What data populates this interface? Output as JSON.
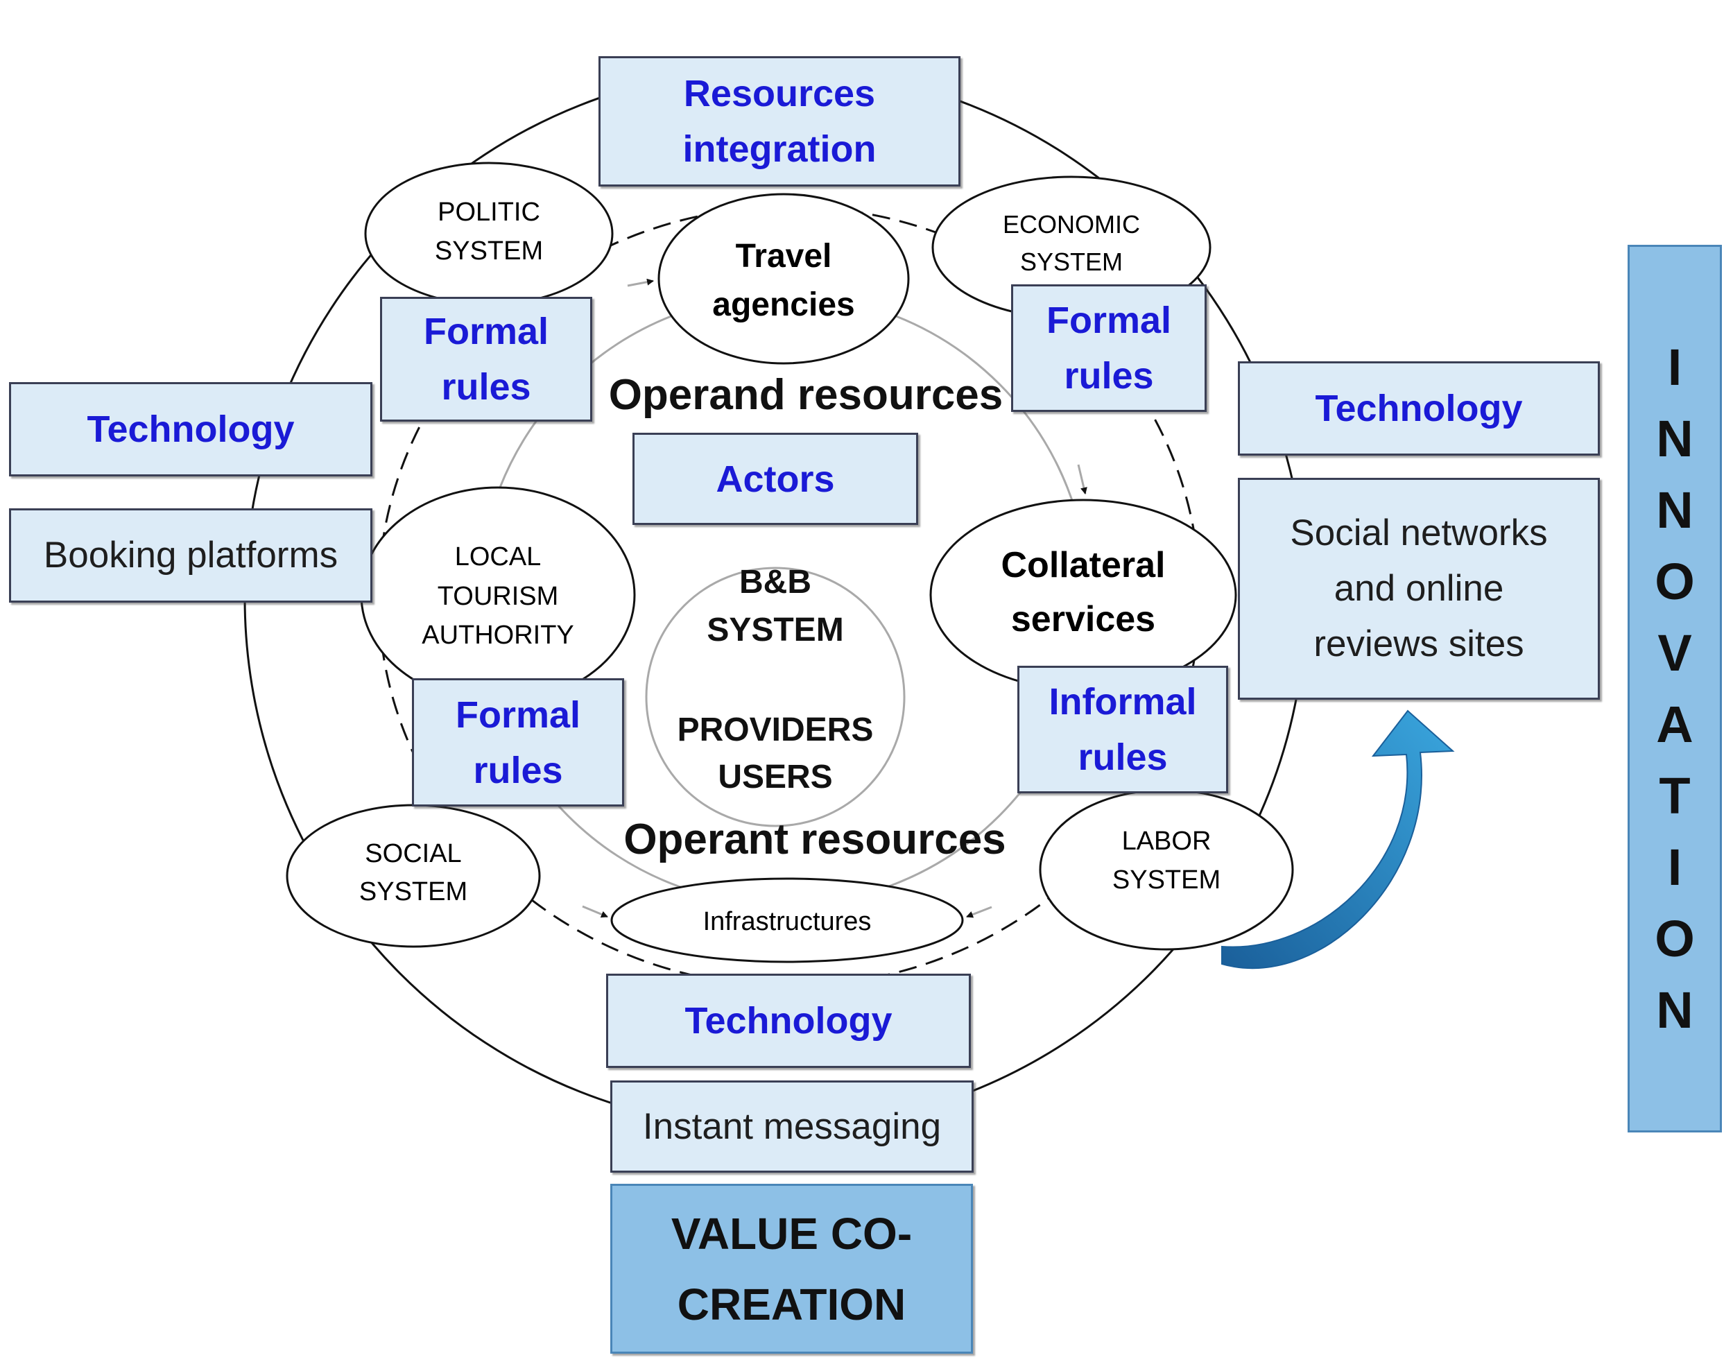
{
  "boxes": {
    "resources_integration": [
      "Resources",
      "integration"
    ],
    "formal_rules_top_left": [
      "Formal",
      "rules"
    ],
    "formal_rules_top_right": [
      "Formal",
      "rules"
    ],
    "formal_rules_bottom_left": [
      "Formal",
      "rules"
    ],
    "informal_rules": [
      "Informal",
      "rules"
    ],
    "actors": "Actors",
    "technology_left": "Technology",
    "booking_platforms": "Booking platforms",
    "technology_right": "Technology",
    "social_networks": [
      "Social networks",
      "and online",
      "reviews sites"
    ],
    "technology_bottom": "Technology",
    "instant_messaging": "Instant messaging",
    "value_cocreation": [
      "VALUE CO-",
      "CREATION"
    ]
  },
  "innovation": [
    "I",
    "N",
    "N",
    "O",
    "V",
    "A",
    "T",
    "I",
    "O",
    "N"
  ],
  "ellipses": {
    "politic": [
      "POLITIC",
      "SYSTEM"
    ],
    "economic": [
      "ECONOMIC",
      "SYSTEM"
    ],
    "travel": [
      "Travel",
      "agencies"
    ],
    "local": [
      "LOCAL",
      "TOURISM",
      "AUTHORITY"
    ],
    "collateral": [
      "Collateral",
      "services"
    ],
    "social": [
      "SOCIAL",
      "SYSTEM"
    ],
    "labor": [
      "LABOR",
      "SYSTEM"
    ],
    "infrastructures": "Infrastructures"
  },
  "center": {
    "bb_system": [
      "B&B",
      "SYSTEM"
    ],
    "providers_users": [
      "PROVIDERS",
      "USERS"
    ]
  },
  "labels": {
    "operand": "Operand resources",
    "operant": "Operant resources"
  },
  "colors": {
    "box_fill": "#dcebf7",
    "box_border": "#3a3f55",
    "label_blue": "#1a1ad6",
    "value_fill": "#8dc0e6",
    "arrow_blue": "#1f86c0"
  }
}
